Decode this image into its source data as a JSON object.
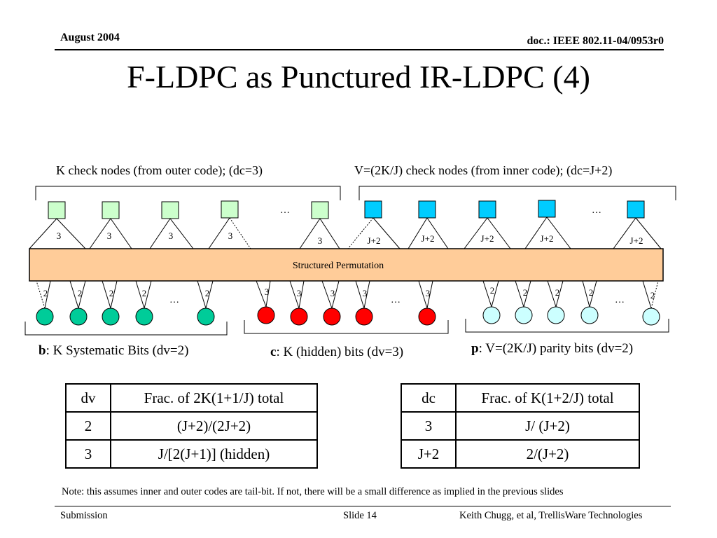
{
  "header": {
    "date": "August 2004",
    "doc": "doc.: IEEE 802.11-04/0953r0",
    "title": "F-LDPC as Punctured IR-LDPC (4)"
  },
  "diagram": {
    "outer_check_label": "K check nodes (from outer code); (dc=3)",
    "inner_check_label": "V=(2K/J) check nodes (from inner code); (dc=J+2)",
    "permutation_label": "Structured Permutation",
    "ellipsis": "…",
    "outer_check_degrees": [
      "3",
      "3",
      "3",
      "3",
      "3"
    ],
    "inner_check_degrees": [
      "J+2",
      "J+2",
      "J+2",
      "J+2",
      "J+2"
    ],
    "systematic_bit_degrees": [
      "2",
      "2",
      "2",
      "2",
      "2"
    ],
    "hidden_bit_degrees": [
      "3",
      "3",
      "3",
      "3",
      "3"
    ],
    "parity_bit_degrees": [
      "2",
      "2",
      "2",
      "2",
      "2"
    ],
    "systematic_label_bold": "b",
    "systematic_label_rest": ": K Systematic Bits (dv=2)",
    "hidden_label_bold": "c",
    "hidden_label_rest": ": K (hidden) bits (dv=3)",
    "parity_label_bold": "p",
    "parity_label_rest": ": V=(2K/J) parity bits (dv=2)",
    "colors": {
      "outer_check": "#ccffcc",
      "inner_check": "#00ccff",
      "systematic_bit": "#00cc99",
      "hidden_bit": "#ff0000",
      "parity_bit": "#ccffff",
      "permutation": "#ffcc99"
    }
  },
  "table_left": {
    "headers": [
      "dv",
      "Frac. of 2K(1+1/J) total"
    ],
    "rows": [
      [
        "2",
        "(J+2)/(2J+2)"
      ],
      [
        "3",
        "J/[2(J+1)] (hidden)"
      ]
    ]
  },
  "table_right": {
    "headers": [
      "dc",
      "Frac. of K(1+2/J) total"
    ],
    "rows": [
      [
        "3",
        "J/ (J+2)"
      ],
      [
        "J+2",
        "2/(J+2)"
      ]
    ]
  },
  "note": "Note: this assumes inner and outer codes are tail-bit.  If not, there will be a small difference as implied in the previous slides",
  "footer": {
    "left": "Submission",
    "center": "Slide 14",
    "right": "Keith Chugg, et al, TrellisWare Technologies"
  }
}
